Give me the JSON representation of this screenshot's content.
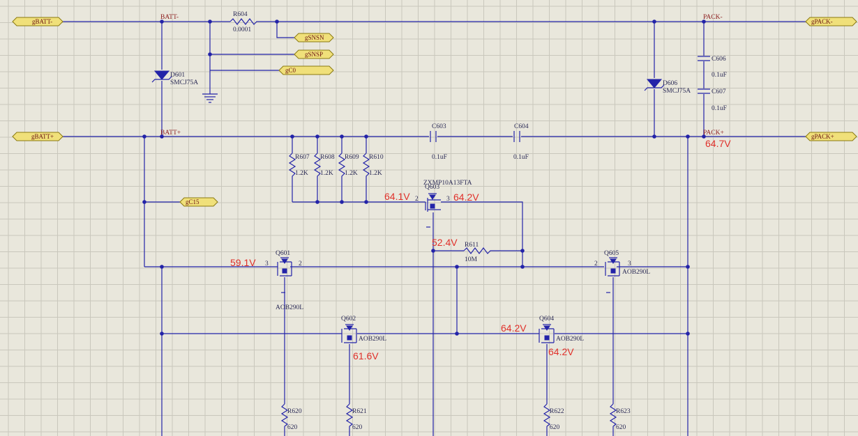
{
  "ports": {
    "gbatt_minus": "gBATT-",
    "gbatt_plus": "gBATT+",
    "gpack_minus": "gPACK-",
    "gpack_plus": "gPACK+",
    "gsnsn": "gSNSN",
    "gsnsp": "gSNSP",
    "gc0": "gC0",
    "gc15": "gC15"
  },
  "nets": {
    "batt_minus": "BATT-",
    "batt_plus": "BATT+",
    "pack_minus": "PACK-",
    "pack_plus": "PACK+"
  },
  "components": {
    "r604": {
      "ref": "R604",
      "value": "0.0001"
    },
    "d601": {
      "ref": "D601",
      "value": "SMCJ75A"
    },
    "d606": {
      "ref": "D606",
      "value": "SMCJ75A"
    },
    "c606": {
      "ref": "C606",
      "value": "0.1uF"
    },
    "c607": {
      "ref": "C607",
      "value": "0.1uF"
    },
    "c603": {
      "ref": "C603",
      "value": "0.1uF"
    },
    "c604": {
      "ref": "C604",
      "value": "0.1uF"
    },
    "r607": {
      "ref": "R607",
      "value": "1.2K"
    },
    "r608": {
      "ref": "R608",
      "value": "1.2K"
    },
    "r609": {
      "ref": "R609",
      "value": "1.2K"
    },
    "r610": {
      "ref": "R610",
      "value": "1.2K"
    },
    "q603": {
      "ref": "Q603",
      "value": "ZXMP10A13FTA",
      "pin2": "2",
      "pin3": "3"
    },
    "r611": {
      "ref": "R611",
      "value": "10M"
    },
    "q601": {
      "ref": "Q601",
      "value": "AOB290L",
      "pin3": "3",
      "pin2": "2"
    },
    "q605": {
      "ref": "Q605",
      "value": "AOB290L",
      "pin2": "2",
      "pin3": "3"
    },
    "q602": {
      "ref": "Q602",
      "value": "AOB290L"
    },
    "q604": {
      "ref": "Q604",
      "value": "AOB290L"
    },
    "r620": {
      "ref": "R620",
      "value": "620"
    },
    "r621": {
      "ref": "R621",
      "value": "620"
    },
    "r622": {
      "ref": "R622",
      "value": "620"
    },
    "r623": {
      "ref": "R623",
      "value": "620"
    }
  },
  "measurements": {
    "pack_plus": "64.7V",
    "q603_gate": "64.1V",
    "q603_drain": "64.2V",
    "q603_source": "52.4V",
    "q601_source": "59.1V",
    "q602_drain": "61.6V",
    "q604_gate": "64.2V",
    "q604_drain": "64.2V"
  },
  "colors": {
    "wire": "#2323a8",
    "background": "#e9e7dc",
    "measurement": "#e0302a",
    "port_fill": "#f0e07a"
  }
}
